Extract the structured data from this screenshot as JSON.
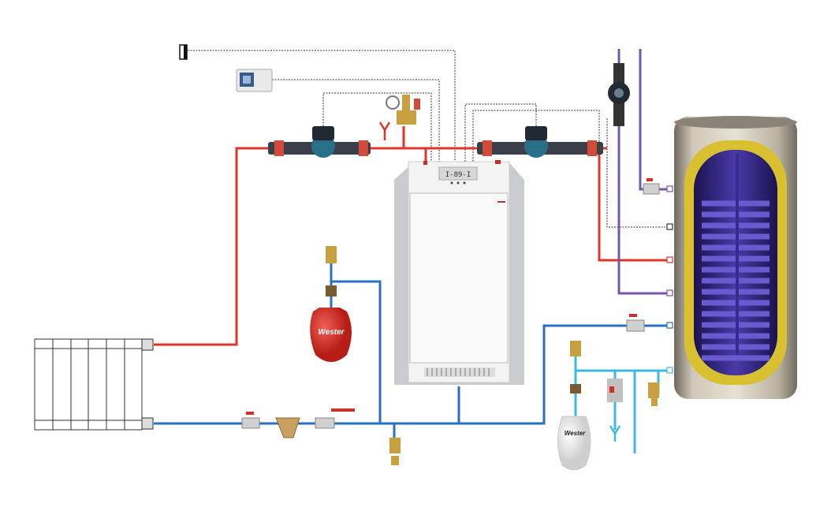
{
  "diagram": {
    "type": "heating-system-schematic",
    "boiler": {
      "display": "I-89-I"
    },
    "expansion_vessel_heating": {
      "brand": "Wester",
      "color": "#d8302a"
    },
    "expansion_vessel_dhw": {
      "brand": "Wester",
      "color": "#f2f2f2"
    },
    "colors": {
      "supply": "#e0352b",
      "return": "#2a6fc0",
      "dhw_circulation": "#7a55a8",
      "cold_water": "#3fb8e0",
      "control": "#333333"
    },
    "components": [
      "radiator",
      "gas-boiler",
      "circulation-pump",
      "circulation-pump",
      "dhw-pump",
      "safety-group",
      "expansion-vessel",
      "expansion-vessel",
      "strainer",
      "ball-valve",
      "indirect-water-heater",
      "room-thermostat",
      "outdoor-sensor",
      "safety-valve"
    ]
  }
}
